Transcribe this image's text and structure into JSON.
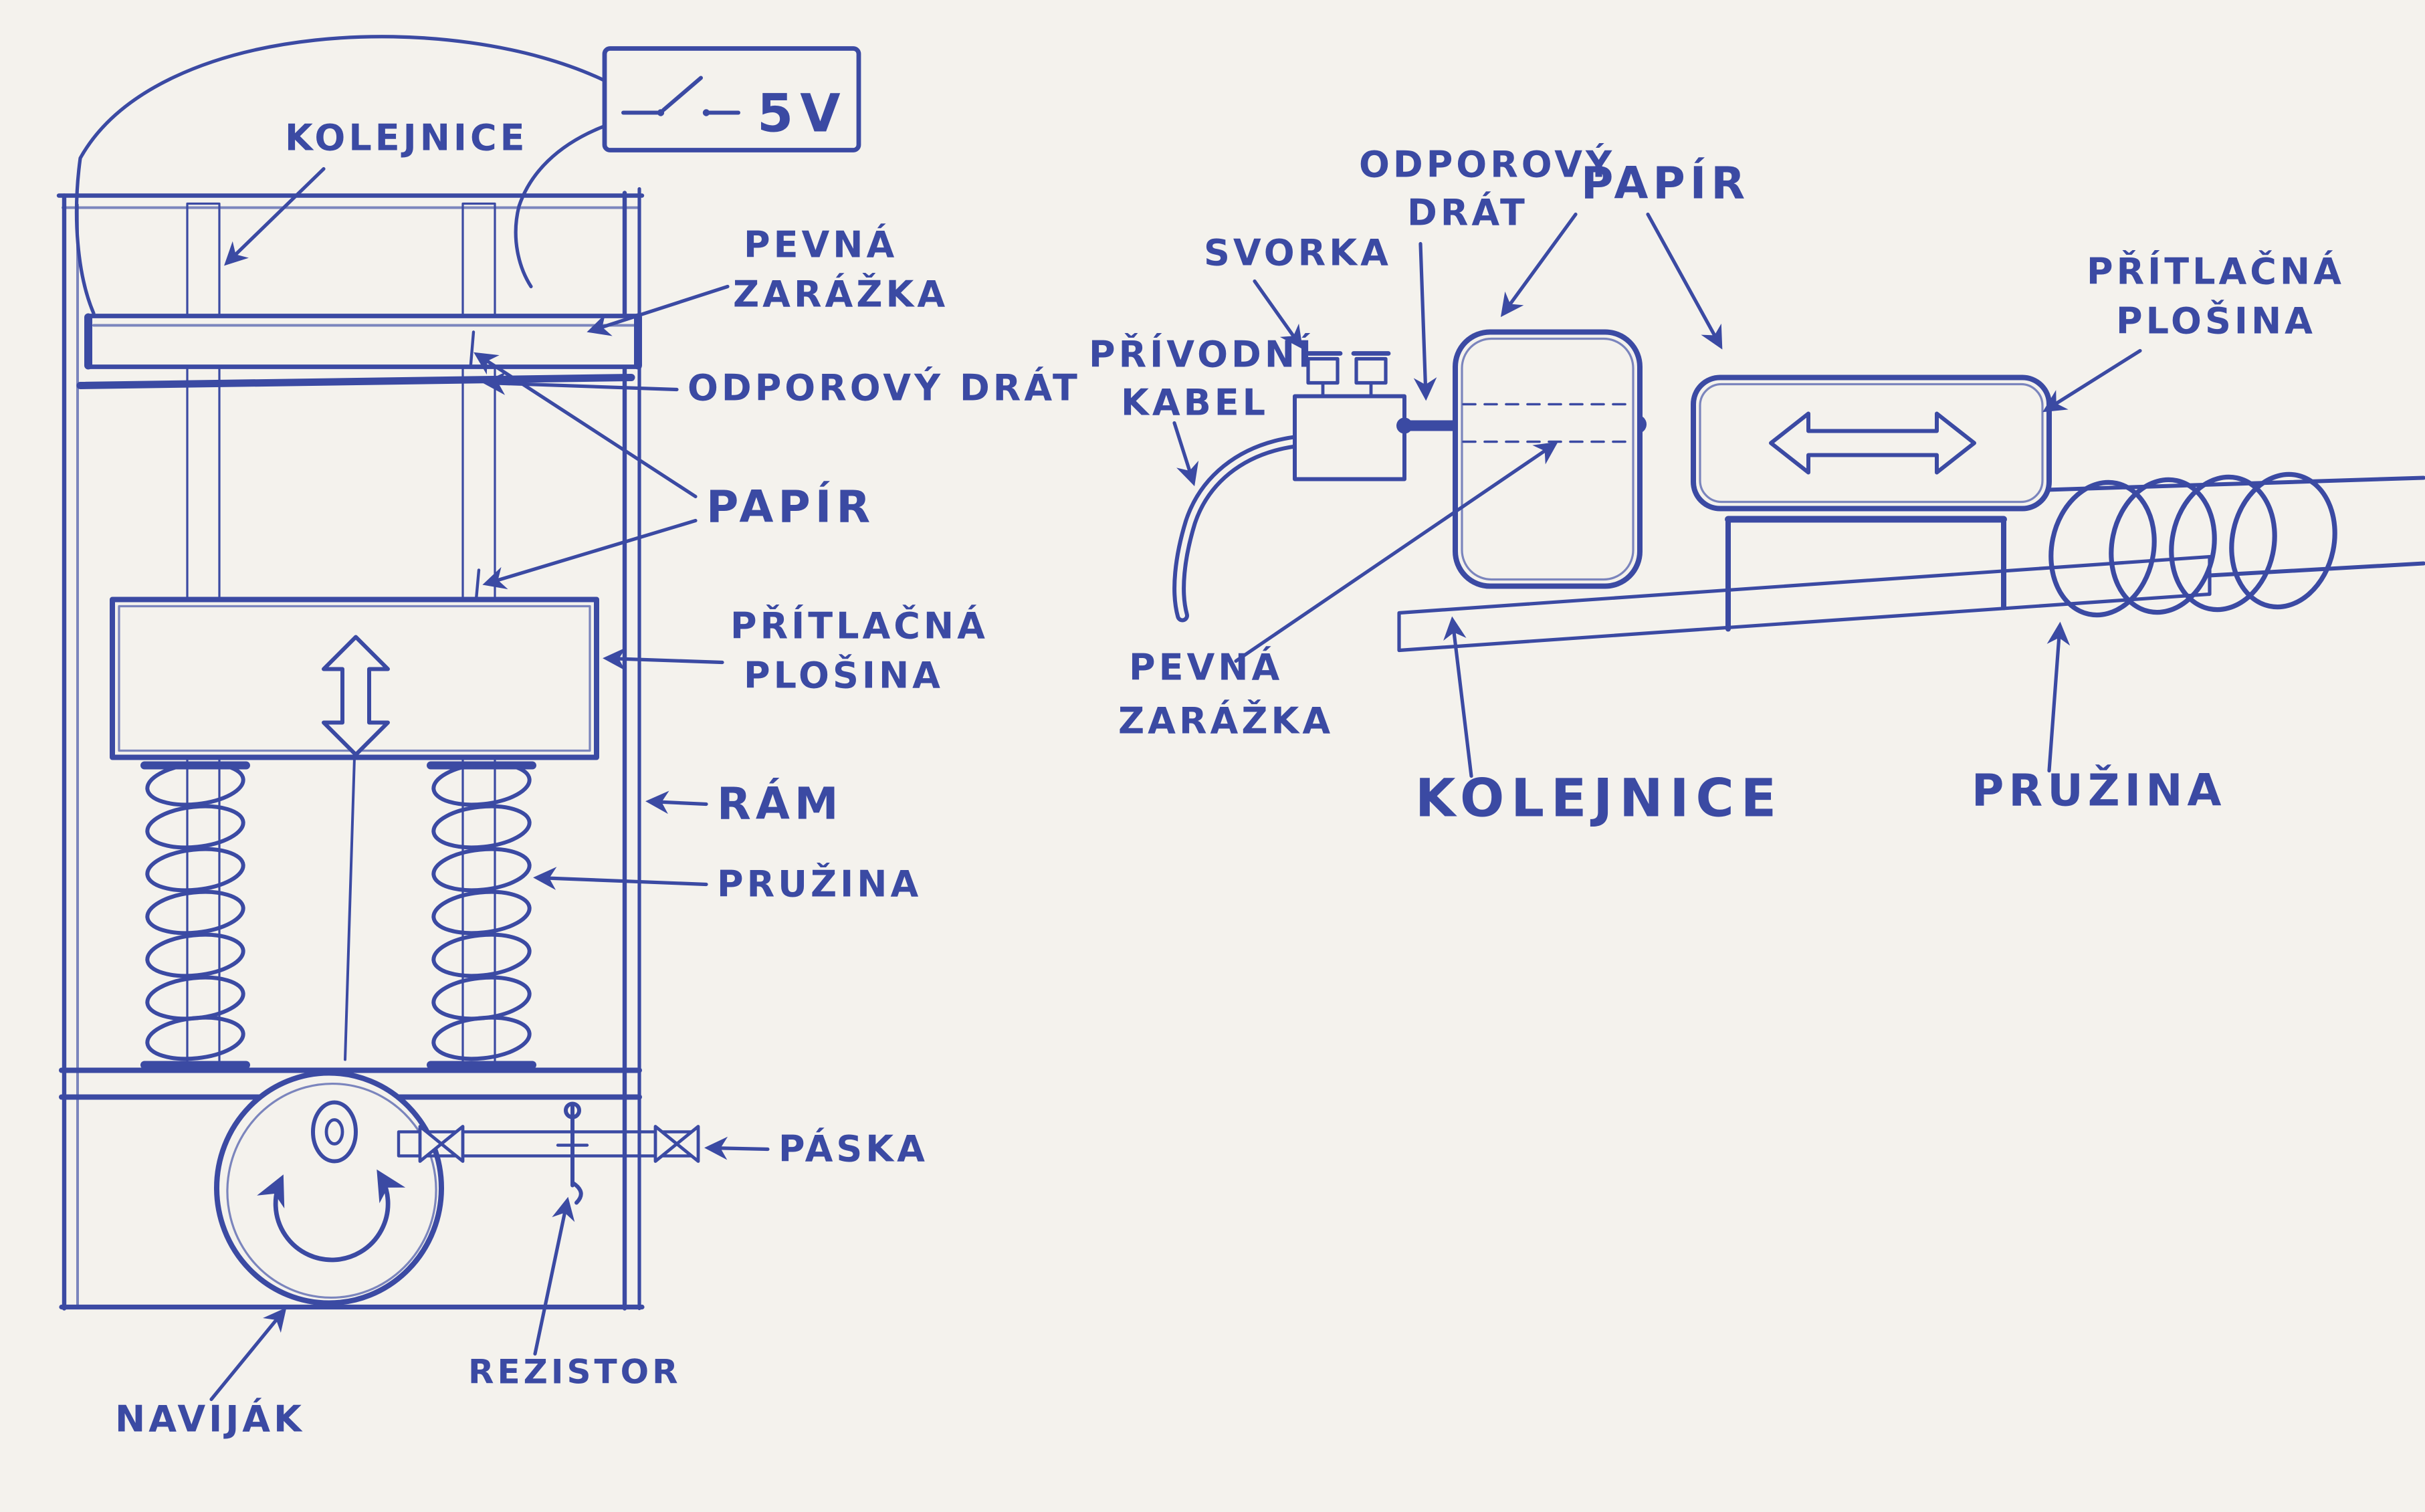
{
  "colors": {
    "ink": "#3b4aa3",
    "paper": "#f4f2ed"
  },
  "left": {
    "labels": {
      "kolejnice": "KOLEJNICE",
      "supply_voltage": "5V",
      "pevna_1": "PEVNÁ",
      "pevna_2": "ZARÁŽKA",
      "odporovy_drat": "ODPOROVÝ DRÁT",
      "papir": "PAPÍR",
      "pritlacna_1": "PŘÍTLAČNÁ",
      "pritlacna_2": "PLOŠINA",
      "ram": "RÁM",
      "pruzina": "PRUŽINA",
      "paska": "PÁSKA",
      "rezistor": "REZISTOR",
      "navijak": "NAVIJÁK"
    }
  },
  "right": {
    "labels": {
      "svorka": "SVORKA",
      "odporovy_1": "ODPOROVÝ",
      "odporovy_2": "DRÁT",
      "papir": "PAPÍR",
      "pritlacna_1": "PŘÍTLAČNÁ",
      "pritlacna_2": "PLOŠINA",
      "privodni_1": "PŘÍVODNÍ",
      "privodni_2": "KABEL",
      "pevna_1": "PEVNÁ",
      "pevna_2": "ZARÁŽKA",
      "kolejnice": "KOLEJNICE",
      "pruzina": "PRUŽINA"
    }
  }
}
